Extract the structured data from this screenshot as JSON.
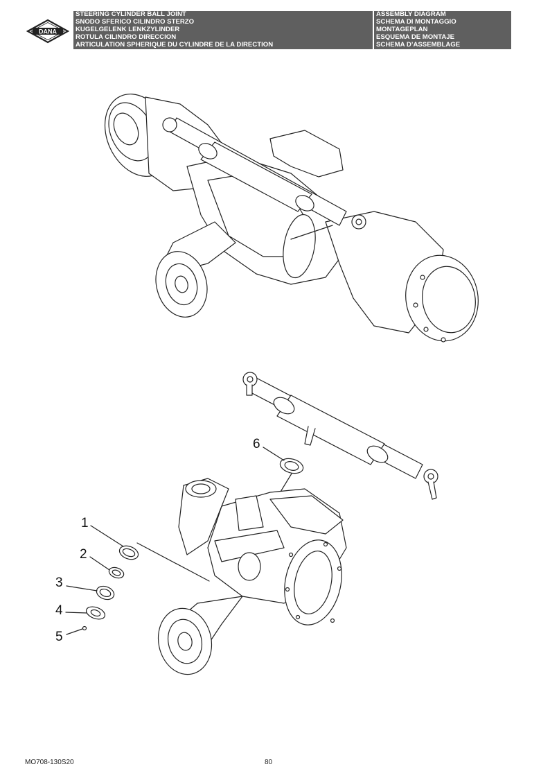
{
  "header": {
    "brand": "DANA",
    "rows": [
      {
        "left": "STEERING CYLINDER BALL JOINT",
        "right": "ASSEMBLY DIAGRAM"
      },
      {
        "left": "SNODO SFERICO CILINDRO STERZO",
        "right": "SCHEMA DI MONTAGGIO"
      },
      {
        "left": "KUGELGELENK LENKZYLINDER",
        "right": "MONTAGEPLAN"
      },
      {
        "left": "RÓTULA CILINDRO DIRECCIÓN",
        "right": "ESQUEMA DE MONTAJE"
      },
      {
        "left": "ARTICULATION SPHÉRIQUE DU CYLINDRE DE LA DIRECTION",
        "right": "SCHÉMA D’ASSEMBLAGE"
      }
    ]
  },
  "callouts": [
    "1",
    "2",
    "3",
    "4",
    "5",
    "6"
  ],
  "footer": {
    "code": "MO708-130S20",
    "page": "80"
  }
}
